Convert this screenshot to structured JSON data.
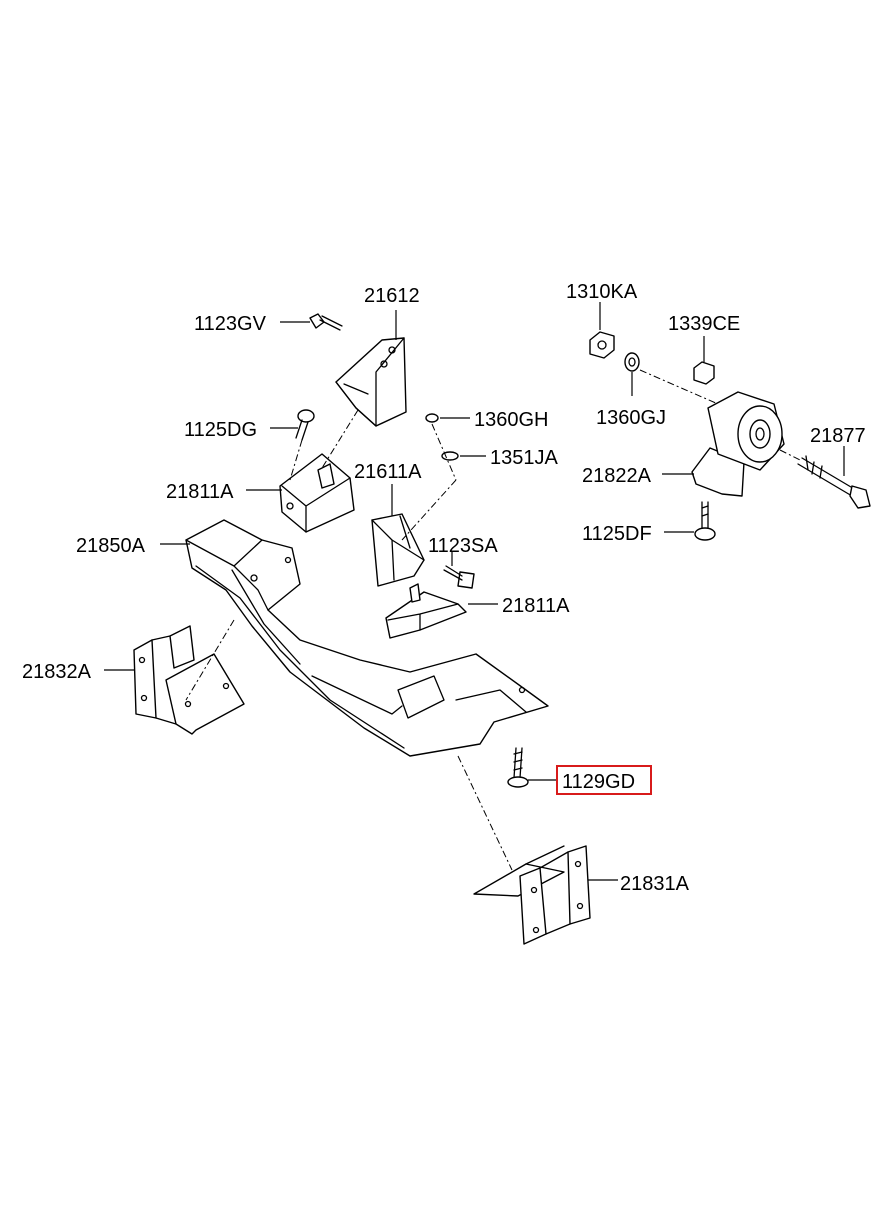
{
  "colors": {
    "line": "#000000",
    "highlight": "#d81b1b",
    "background": "#ffffff"
  },
  "labels": {
    "p21612": "21612",
    "p1123GV": "1123GV",
    "p1125DG": "1125DG",
    "p21811A_left": "21811A",
    "p21850A": "21850A",
    "p21832A": "21832A",
    "p1360GH": "1360GH",
    "p1351JA": "1351JA",
    "p21611A": "21611A",
    "p1123SA": "1123SA",
    "p21811A_right": "21811A",
    "p1129GD": "1129GD",
    "p21831A": "21831A",
    "p1310KA": "1310KA",
    "p1339CE": "1339CE",
    "p1360GJ": "1360GJ",
    "p21877": "21877",
    "p21822A": "21822A",
    "p1125DF": "1125DF"
  },
  "highlighted_part": "1129GD"
}
